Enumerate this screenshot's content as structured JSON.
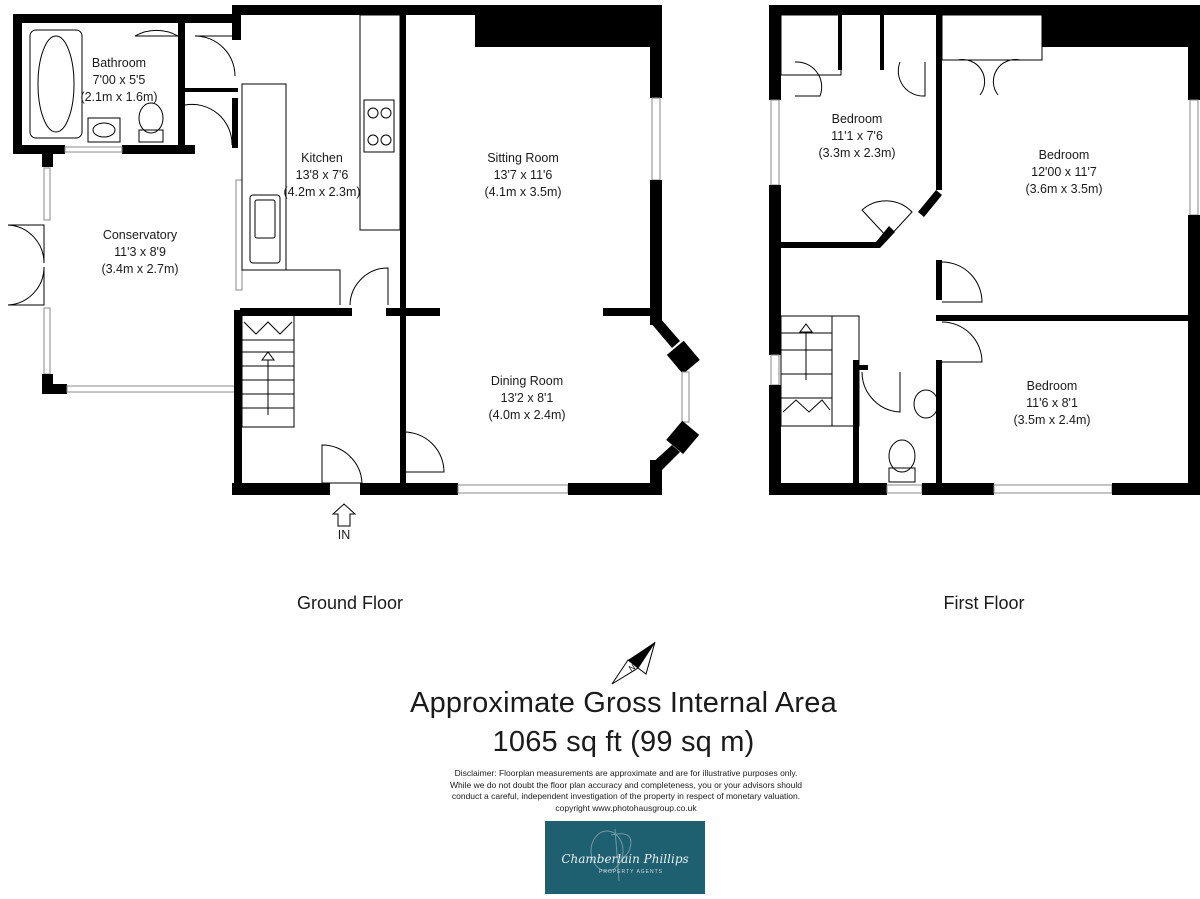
{
  "floors": {
    "ground": {
      "label": "Ground Floor",
      "rooms": {
        "bathroom": {
          "name": "Bathroom",
          "imperial": "7'00 x 5'5",
          "metric": "(2.1m x 1.6m)"
        },
        "kitchen": {
          "name": "Kitchen",
          "imperial": "13'8 x 7'6",
          "metric": "(4.2m x 2.3m)"
        },
        "sitting_room": {
          "name": "Sitting Room",
          "imperial": "13'7 x 11'6",
          "metric": "(4.1m x 3.5m)"
        },
        "conservatory": {
          "name": "Conservatory",
          "imperial": "11'3 x 8'9",
          "metric": "(3.4m x 2.7m)"
        },
        "dining_room": {
          "name": "Dining Room",
          "imperial": "13'2 x 8'1",
          "metric": "(4.0m x 2.4m)"
        }
      },
      "entrance_label": "IN"
    },
    "first": {
      "label": "First Floor",
      "rooms": {
        "bedroom_1": {
          "name": "Bedroom",
          "imperial": "11'1 x 7'6",
          "metric": "(3.3m x 2.3m)"
        },
        "bedroom_2": {
          "name": "Bedroom",
          "imperial": "12'00 x 11'7",
          "metric": "(3.6m x 3.5m)"
        },
        "bedroom_3": {
          "name": "Bedroom",
          "imperial": "11'6 x 8'1",
          "metric": "(3.5m x 2.4m)"
        }
      }
    }
  },
  "compass_label": "N",
  "area": {
    "title": "Approximate Gross Internal Area",
    "value": "1065 sq ft (99 sq m)"
  },
  "disclaimer": [
    "Disclaimer: Floorplan measurements are approximate and are for illustrative purposes only.",
    "While we do not doubt the floor plan accuracy and completeness, you or your advisors should",
    "conduct a careful, independent investigation of the property in respect of monetary valuation.",
    "copyright www.photohausgroup.co.uk"
  ],
  "logo": {
    "text": "Chamberlain Phillips",
    "subtext": "PROPERTY AGENTS",
    "background": "#1e5f70"
  }
}
